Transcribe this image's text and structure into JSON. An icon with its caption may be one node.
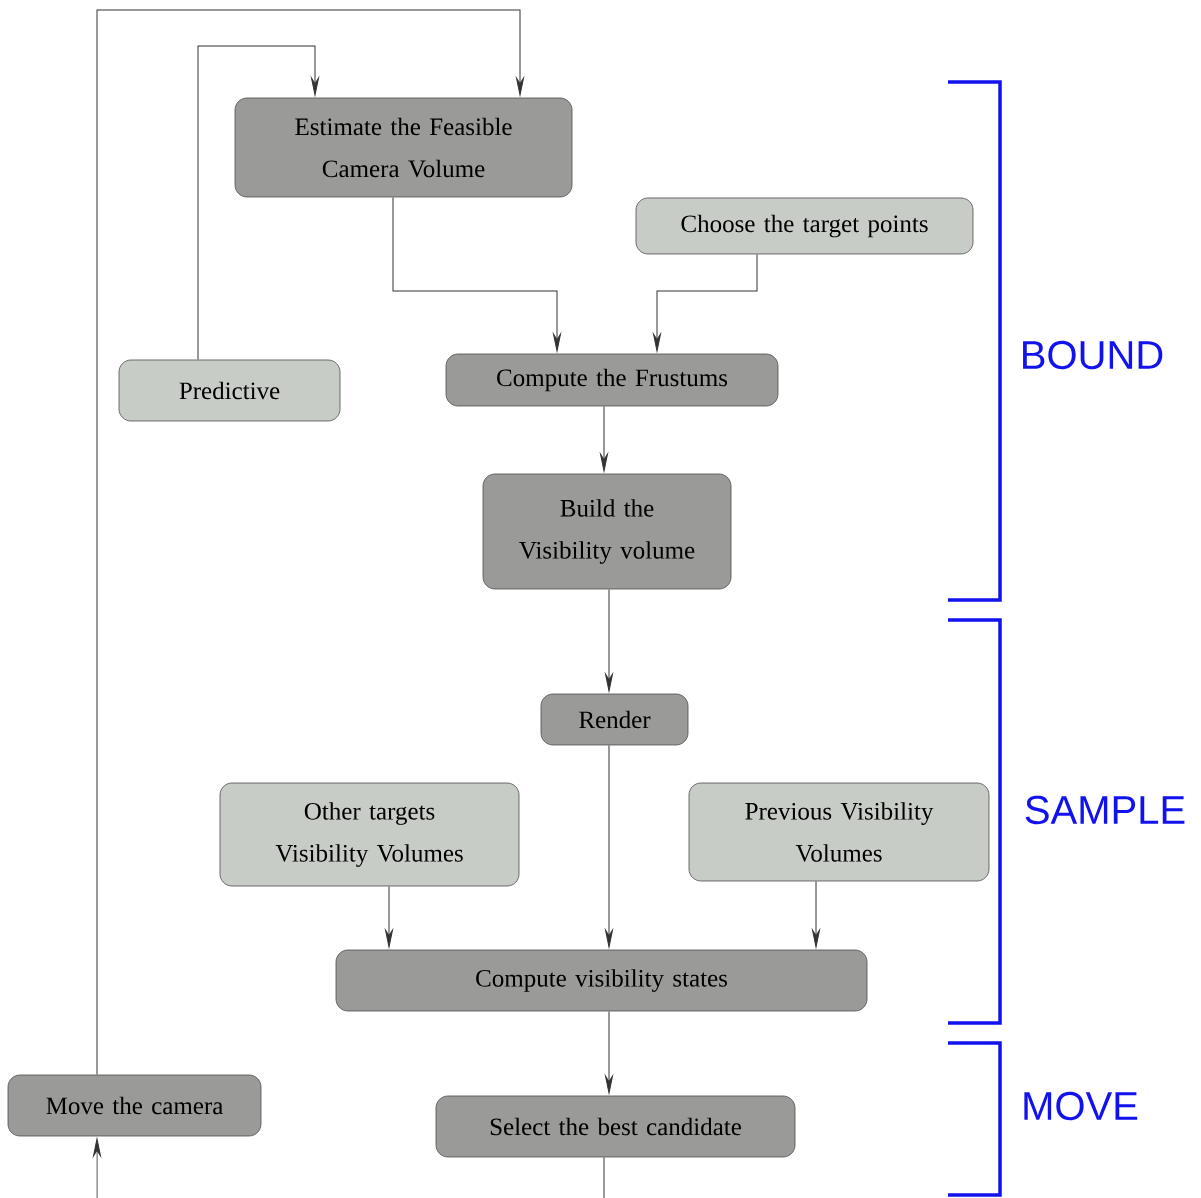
{
  "diagram": {
    "nodes": [
      {
        "text": [
          "Estimate the Feasible Camera Volume"
        ]
      },
      {
        "text": [
          "Choose the target points"
        ]
      },
      {
        "text": [
          "Predictive"
        ]
      },
      {
        "text": [
          "Compute the Frustums"
        ]
      },
      {
        "text": [
          "Build the Visibility volume"
        ]
      },
      {
        "text": [
          "Render"
        ]
      },
      {
        "text": [
          "Other targets Visibility Volumes"
        ]
      },
      {
        "text": [
          "Previous Visibility Volumes"
        ]
      },
      {
        "text": [
          "Compute visibility states"
        ]
      },
      {
        "text": [
          "Move the camera"
        ]
      },
      {
        "text": [
          "Select the best candidate"
        ]
      }
    ],
    "edges": [
      {
        "from": 0,
        "to": 3,
        "arrow": "to"
      },
      {
        "from": 1,
        "to": 3,
        "arrow": "to"
      },
      {
        "from": 2,
        "to": 0,
        "arrow": "to"
      },
      {
        "from": 9,
        "to": 0,
        "arrow": "to"
      },
      {
        "from": 3,
        "to": 4,
        "arrow": "to"
      },
      {
        "from": 4,
        "to": 5,
        "arrow": "to"
      },
      {
        "from": 5,
        "to": 8,
        "arrow": "to"
      },
      {
        "from": 6,
        "to": 8,
        "arrow": "to"
      },
      {
        "from": 7,
        "to": 8,
        "arrow": "to"
      },
      {
        "from": 8,
        "to": 10,
        "arrow": "to"
      },
      {
        "from": 10,
        "to": 9,
        "arrow": "to"
      }
    ],
    "labels": [
      "BOUND",
      "SAMPLE",
      "MOVE"
    ]
  }
}
